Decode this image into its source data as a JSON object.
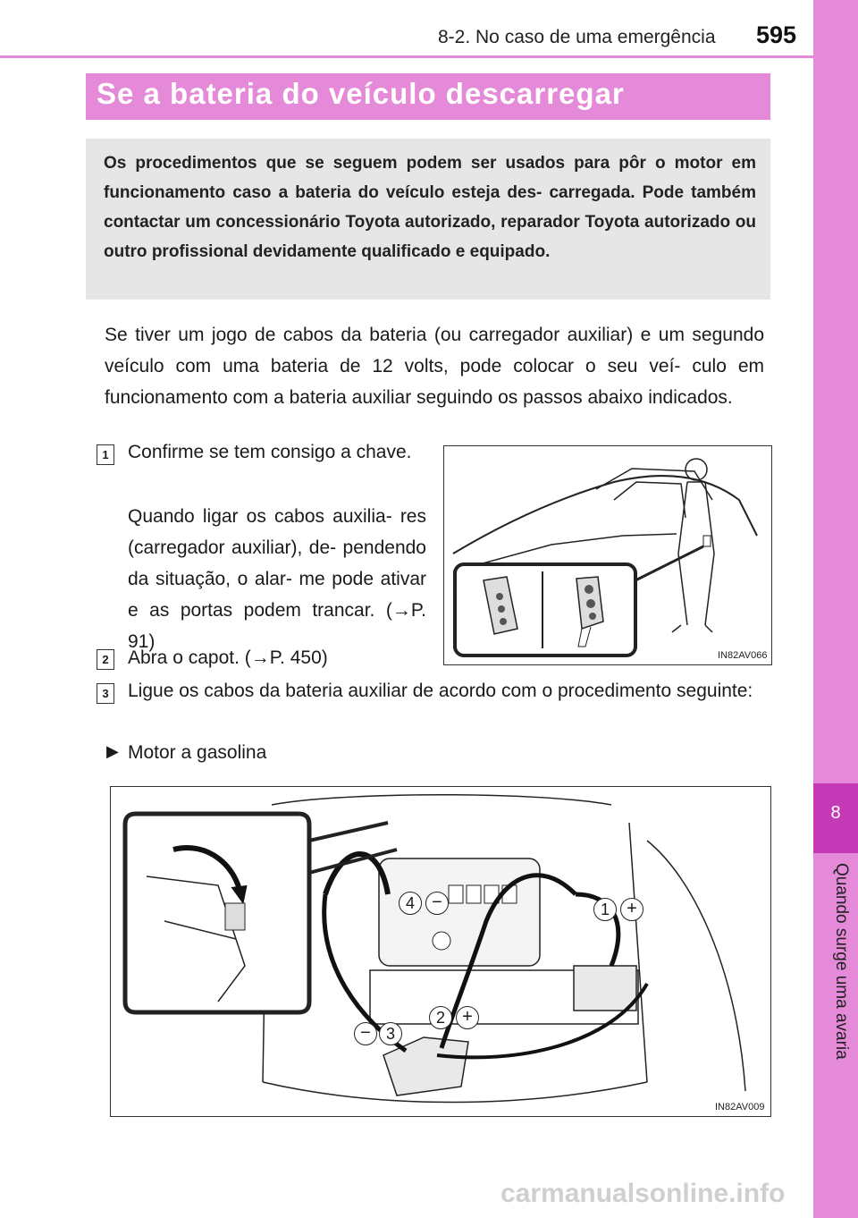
{
  "header": {
    "section": "8-2. No caso de uma emergência",
    "page_number": "595"
  },
  "side_tab": {
    "chapter_number": "8",
    "chapter_title": "Quando surge uma avaria"
  },
  "title": "Se a bateria do veículo descarregar",
  "intro": "Os procedimentos que se seguem podem ser usados para pôr o motor em funcionamento caso a bateria do veículo esteja des- carregada. Pode também contactar um concessionário Toyota autorizado, reparador Toyota autorizado ou outro profissional devidamente qualificado e equipado.",
  "body": "Se tiver um jogo de cabos da bateria (ou carregador auxiliar) e um segundo veículo com uma bateria de 12 volts, pode colocar o seu veí- culo em funcionamento com a bateria auxiliar seguindo os passos abaixo indicados.",
  "steps": [
    {
      "number": "1",
      "text": "Confirme se tem consigo a chave.",
      "note": "Quando ligar os cabos auxilia- res (carregador auxiliar), de- pendendo da situação, o alar- me pode ativar e as portas podem trancar. (→P. 91)"
    },
    {
      "number": "2",
      "text": "Abra o capot. (→P. 450)"
    },
    {
      "number": "3",
      "text": "Ligue os cabos da bateria auxiliar de acordo com o procedimento seguinte:"
    }
  ],
  "sub_item": {
    "bullet": "▶",
    "label": "Motor a gasolina"
  },
  "figures": [
    {
      "code": "IN82AV066"
    },
    {
      "code": "IN82AV009",
      "markers": [
        "1",
        "2",
        "3",
        "4"
      ],
      "symbols": [
        "+",
        "−"
      ]
    }
  ],
  "watermark": "carmanualsonline.info",
  "colors": {
    "accent": "#e58ad8",
    "accent_dark": "#c43ab6",
    "intro_bg": "#e6e6e6"
  }
}
